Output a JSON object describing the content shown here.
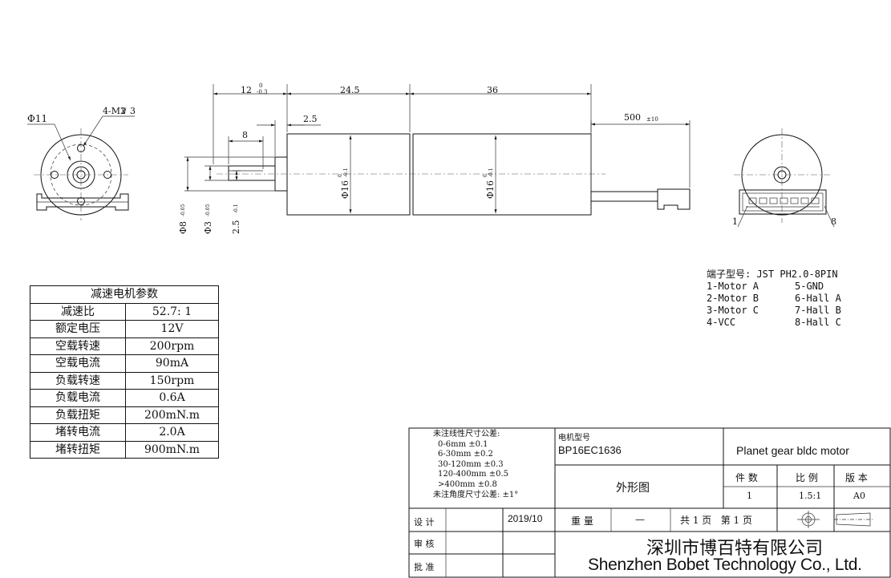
{
  "dimensions": {
    "d_shaft_bore": "Φ11",
    "screw_holes": "4-M2",
    "screw_depth": "3",
    "len_shaft": "12",
    "len_shaft_tol": "-0.3",
    "len_gearbox": "24.5",
    "len_motor": "36",
    "len_cable": "500",
    "len_cable_tol": "±10",
    "len_flat": "8",
    "len_step": "2.5",
    "d_flange": "Φ8",
    "d_flange_tol": "-0.05",
    "d_shaft": "Φ3",
    "d_shaft_tol": "-0.05",
    "flat_depth": "2.5",
    "flat_depth_tol": "-0.1",
    "d_gearbox": "Φ16",
    "d_gearbox_tol": "-0.1",
    "d_motor": "Φ16",
    "d_motor_tol": "-0.1",
    "tol_zero": "0",
    "tol_zero2": "0",
    "pin_first": "1",
    "pin_last": "8"
  },
  "param_table": {
    "title": "减速电机参数",
    "rows": [
      {
        "k": "减速比",
        "v": "52.7: 1"
      },
      {
        "k": "额定电压",
        "v": "12V"
      },
      {
        "k": "空载转速",
        "v": "200rpm"
      },
      {
        "k": "空载电流",
        "v": "90mA"
      },
      {
        "k": "负载转速",
        "v": "150rpm"
      },
      {
        "k": "负载电流",
        "v": "0.6A"
      },
      {
        "k": "负载扭矩",
        "v": "200mN.m"
      },
      {
        "k": "堵转电流",
        "v": "2.0A"
      },
      {
        "k": "堵转扭矩",
        "v": "900mN.m"
      }
    ]
  },
  "pinout": {
    "title": "端子型号: JST PH2.0-8PIN",
    "rows": [
      [
        "1-Motor A",
        "5-GND"
      ],
      [
        "2-Motor B",
        "6-Hall A"
      ],
      [
        "3-Motor C",
        "7-Hall B"
      ],
      [
        "4-VCC",
        "8-Hall C"
      ]
    ]
  },
  "title_block": {
    "tolerance_lines": [
      "未注线性尺寸公差:",
      "0-6mm  ±0.1",
      "6-30mm  ±0.2",
      "30-120mm  ±0.3",
      "120-400mm  ±0.5",
      ">400mm  ±0.8",
      "未注角度尺寸公差:  ±1°"
    ],
    "model_label": "电机型号",
    "model": "BP16EC1636",
    "product": "Planet gear bldc motor",
    "drawing_name": "外形图",
    "qty_label": "件  数",
    "qty": "1",
    "scale_label": "比  例",
    "scale": "1.5:1",
    "version_label": "版  本",
    "version": "A0",
    "design_label": "设  计",
    "date": "2019/10",
    "weight_label": "重  量",
    "weight": "—",
    "pages": "共 1 页   第 1 页",
    "review_label": "审  核",
    "approve_label": "批  准",
    "company_cn": "深圳市博百特有限公司",
    "company_en": "Shenzhen Bobet Technology Co., Ltd."
  }
}
